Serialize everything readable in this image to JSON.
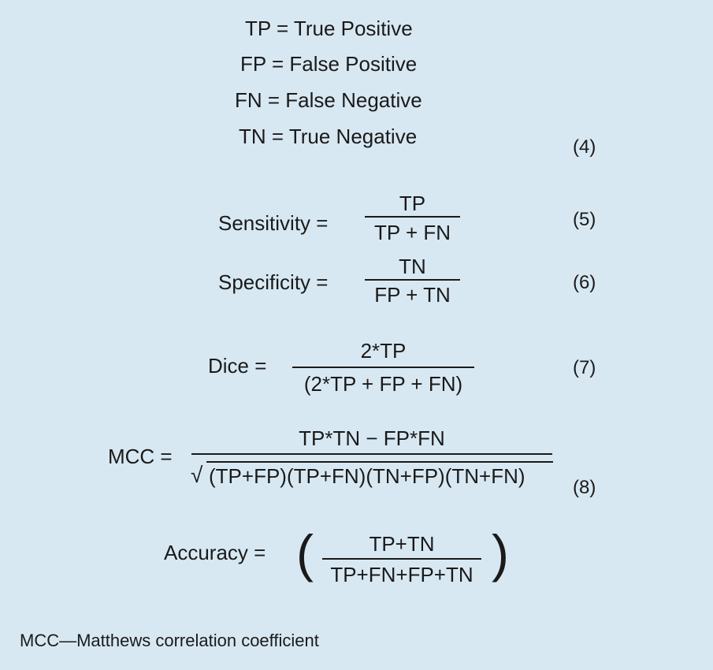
{
  "definitions": {
    "tp": "TP = True Positive",
    "fp": "FP = False Positive",
    "fn": "FN = False Negative",
    "tn": "TN = True Negative",
    "number": "(4)"
  },
  "sensitivity": {
    "label": "Sensitivity =",
    "numerator": "TP",
    "denominator": "TP + FN",
    "number": "(5)"
  },
  "specificity": {
    "label": "Specificity =",
    "numerator": "TN",
    "denominator": "FP + TN",
    "number": "(6)"
  },
  "dice": {
    "label": "Dice =",
    "numerator": "2*TP",
    "denominator": "(2*TP + FP + FN)",
    "number": "(7)"
  },
  "mcc": {
    "label": "MCC =",
    "numerator": "TP*TN − FP*FN",
    "radical": "√",
    "denominator": "(TP+FP)(TP+FN)(TN+FP)(TN+FN)",
    "number": "(8)"
  },
  "accuracy": {
    "label": "Accuracy =",
    "open_paren": "(",
    "numerator": "TP+TN",
    "denominator": "TP+FN+FP+TN",
    "close_paren": ")"
  },
  "footnote": "MCC—Matthews correlation coefficient"
}
